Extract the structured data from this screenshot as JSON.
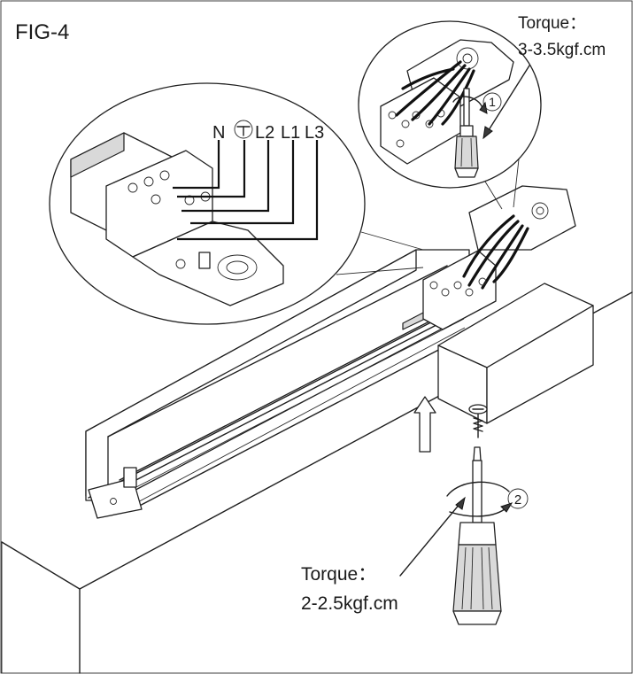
{
  "figure": {
    "label": "FIG-4",
    "terminal_labels": [
      "N",
      "L2",
      "L1",
      "L3"
    ],
    "ground_symbol": "protective-earth",
    "step_1": "1",
    "step_2": "2",
    "torque_top": {
      "title": "Torque：",
      "value": "3-3.5kgf.cm"
    },
    "torque_bottom": {
      "title": "Torque：",
      "value": "2-2.5kgf.cm"
    }
  },
  "colors": {
    "line": "#1f1f1f",
    "shade": "#d9d9d9",
    "background": "#ffffff"
  }
}
